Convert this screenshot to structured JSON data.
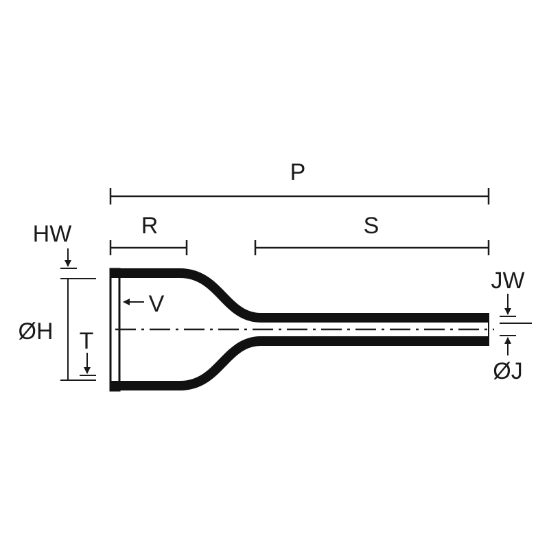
{
  "diagram": {
    "colors": {
      "stroke": "#1a1a1a",
      "sleeve": "#111111",
      "background": "#ffffff"
    },
    "labels": {
      "overall_length": "P",
      "boot_length": "R",
      "tail_length": "S",
      "boot_wall": "HW",
      "boot_diameter": "ØH",
      "boot_end": "V",
      "boot_thickness": "T",
      "tail_wall": "JW",
      "tail_diameter": "ØJ"
    }
  }
}
